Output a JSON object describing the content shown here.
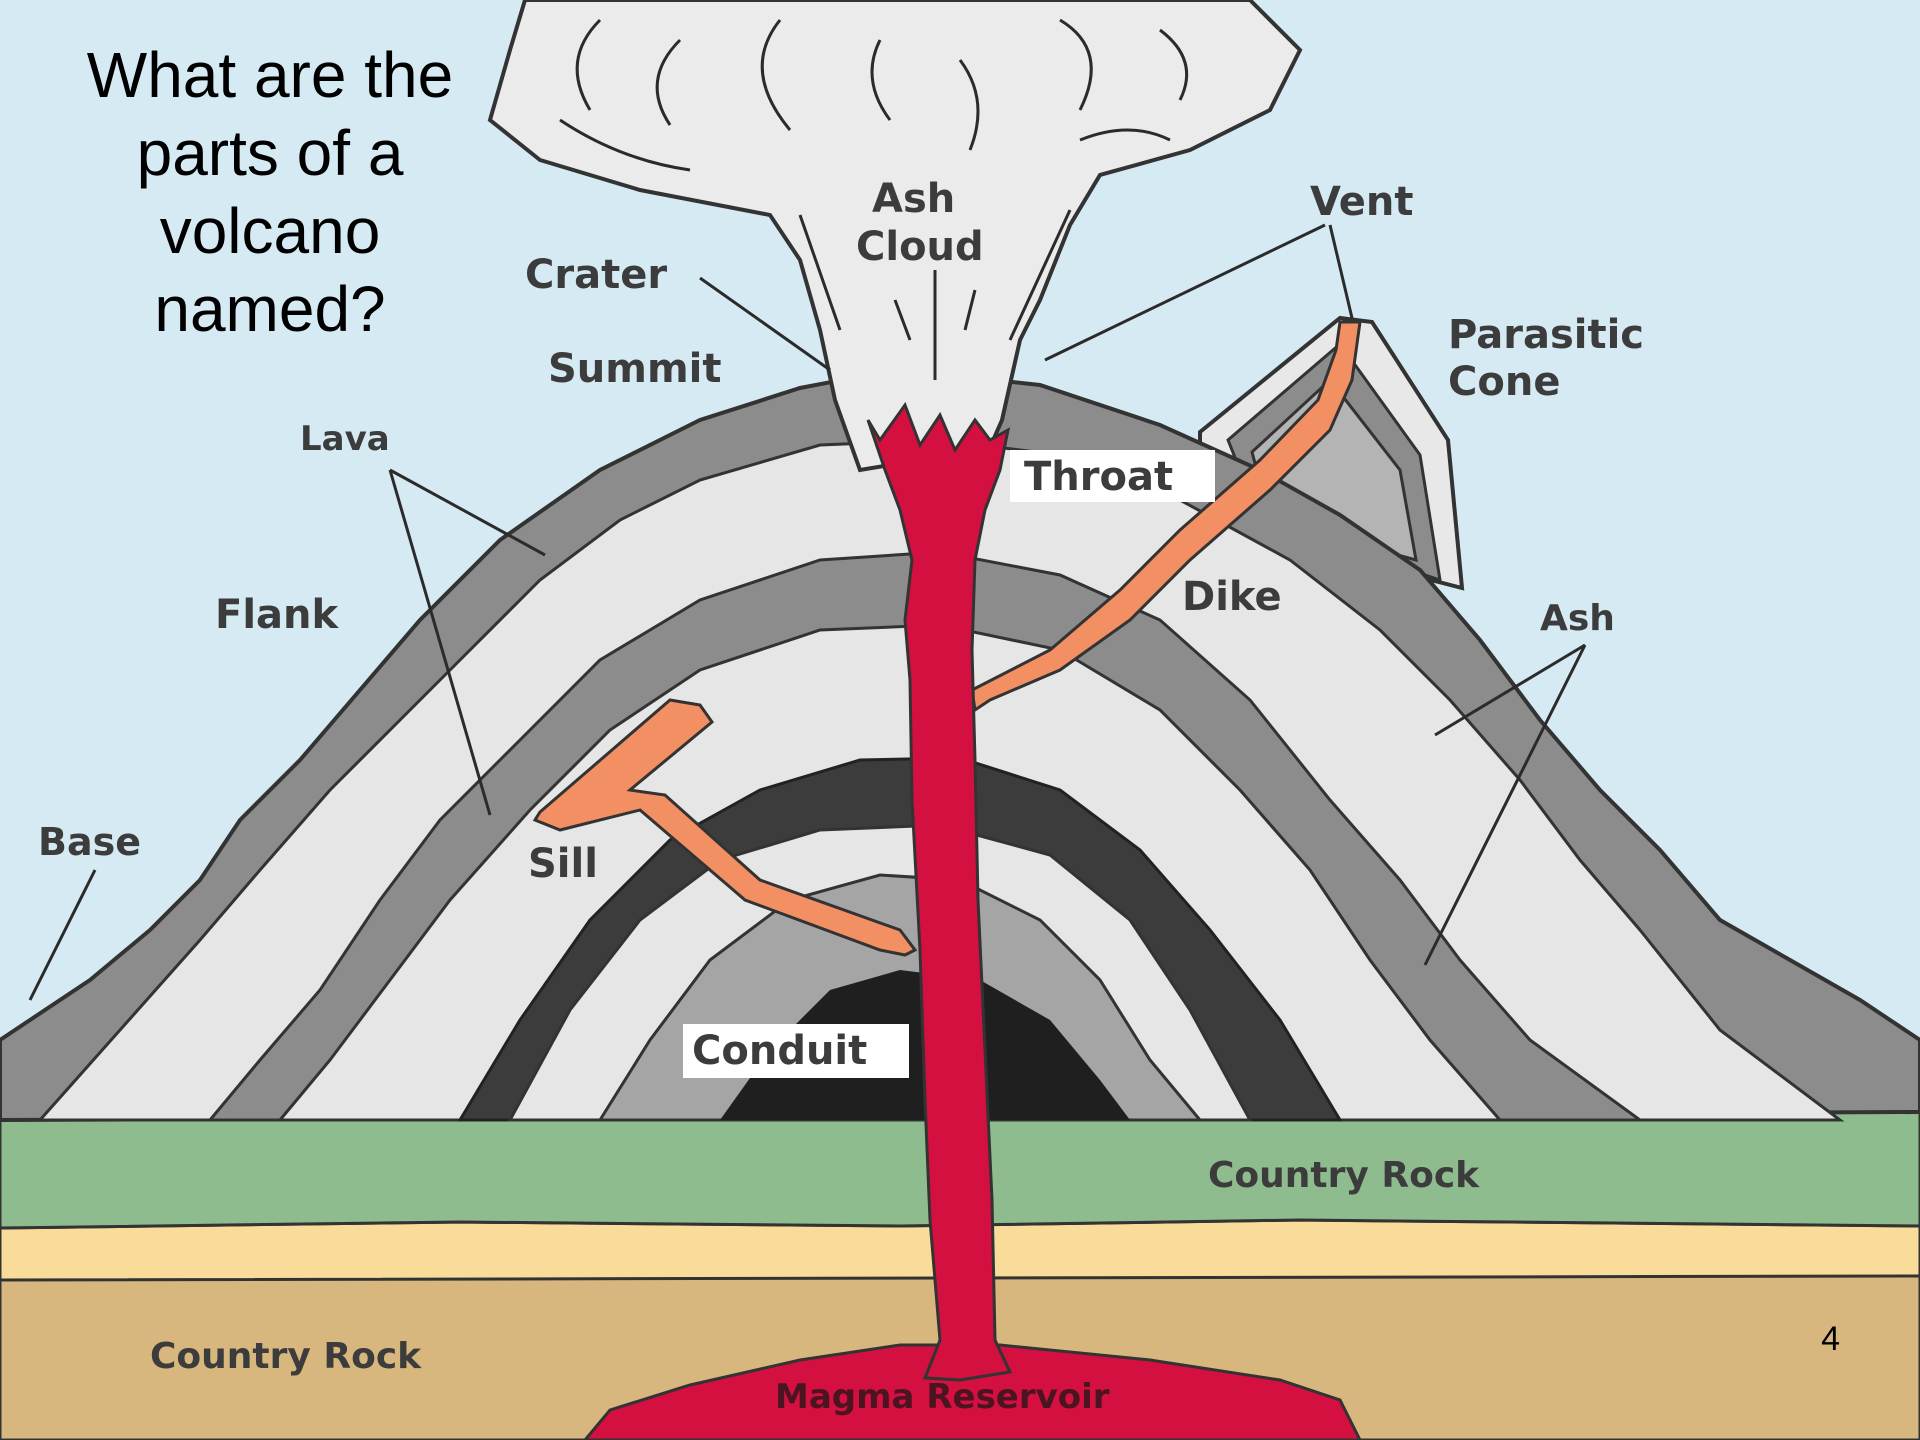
{
  "slide": {
    "question": "What are the parts of a volcano named?",
    "number": "4"
  },
  "labels": {
    "ash_cloud_line1": "Ash",
    "ash_cloud_line2": "Cloud",
    "vent": "Vent",
    "crater": "Crater",
    "summit": "Summit",
    "parasitic_cone_line1": "Parasitic",
    "parasitic_cone_line2": "Cone",
    "lava": "Lava",
    "throat": "Throat",
    "dike": "Dike",
    "flank": "Flank",
    "ash": "Ash",
    "base": "Base",
    "sill": "Sill",
    "conduit": "Conduit",
    "country_rock_upper": "Country Rock",
    "country_rock_lower": "Country Rock",
    "magma_reservoir": "Magma Reservoir"
  },
  "colors": {
    "sky": "#d6eaf3",
    "cloud": "#ebebeb",
    "lava_layer": "#8c8c8c",
    "ash_layer": "#e6e6e6",
    "dark_layer": "#3c3c3c",
    "magma": "#d3103f",
    "intrusion": "#f28f63",
    "country_rock_green": "#8fbc8f",
    "sand_band": "#fadc9a",
    "country_rock_tan": "#d7b77e"
  }
}
